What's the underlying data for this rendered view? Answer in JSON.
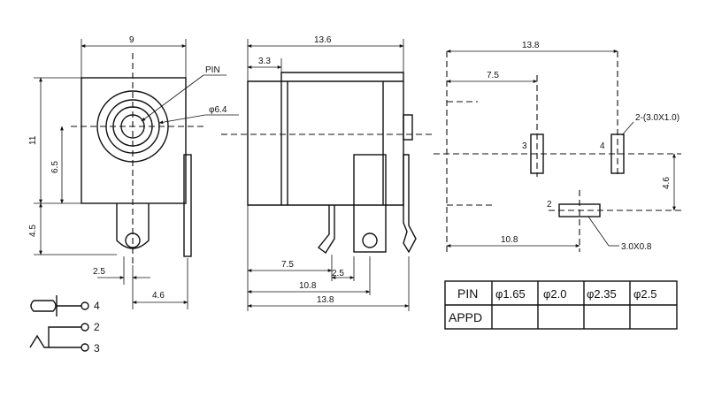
{
  "front_view": {
    "width_dim": "9",
    "height_dim": "11",
    "center_height_dim": "6.5",
    "lower_height_dim": "4.5",
    "pin_label": "PIN",
    "bore_dim": "φ6.4",
    "pin_offset_dim": "2.5",
    "lead_offset_dim": "4.6"
  },
  "side_view": {
    "length_dim": "13.6",
    "step_dim": "3.3",
    "pin_pos_1": "7.5",
    "pin_pos_2": "2.5",
    "pin_pos_3": "10.8",
    "pin_pos_4": "13.8"
  },
  "pcb_layout": {
    "total_dim": "13.8",
    "offset_dim": "7.5",
    "slot_label": "2-(3.0X1.0)",
    "pad_3": "3",
    "pad_4": "4",
    "pad_2": "2",
    "vertical_dim": "4.6",
    "horizontal_dim": "10.8",
    "slot2_label": "3.0X0.8"
  },
  "schematic": {
    "pin_4": "4",
    "pin_2": "2",
    "pin_3": "3"
  },
  "table": {
    "row_headers": [
      "PIN",
      "APPD"
    ],
    "columns": [
      "φ1.65",
      "φ2.0",
      "φ2.35",
      "φ2.5"
    ],
    "appd_values": [
      "",
      "",
      "",
      ""
    ]
  }
}
